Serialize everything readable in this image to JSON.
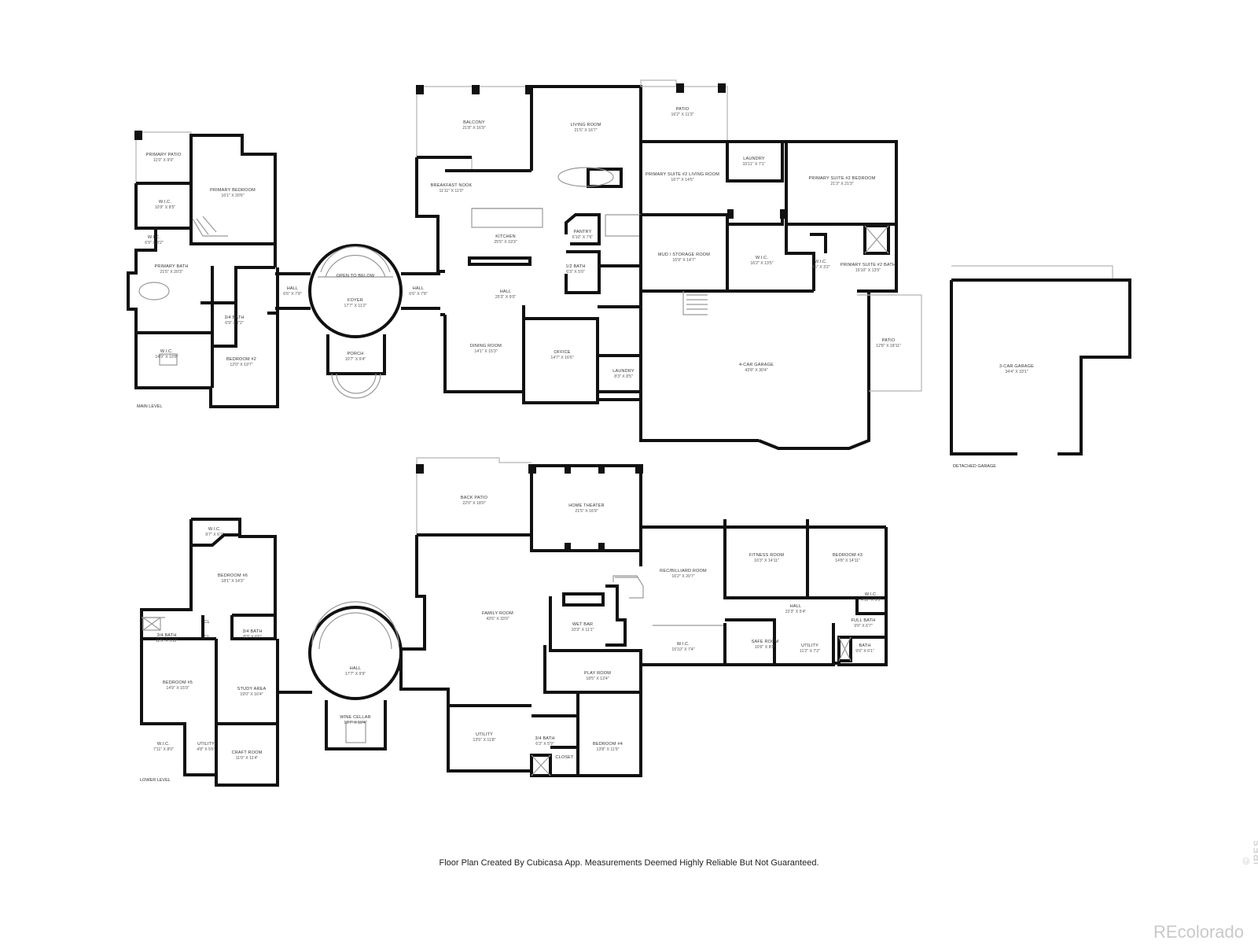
{
  "main_level": {
    "label": "MAIN LEVEL",
    "rooms": [
      {
        "name": "PRIMARY PATIO",
        "dim": "11'0\" X 9'9\""
      },
      {
        "name": "W.I.C.",
        "dim": "10'9\" X 8'5\""
      },
      {
        "name": "PRIMARY BEDROOM",
        "dim": "16'1\" X 20'6\""
      },
      {
        "name": "W.I.C.",
        "dim": "6'9\" X 3'2\""
      },
      {
        "name": "PRIMARY BATH",
        "dim": "21'5\" X 20'3\""
      },
      {
        "name": "3/4 BATH",
        "dim": "6'9\" X 7'2\""
      },
      {
        "name": "W.I.C.",
        "dim": "14'9\" X 10'8\""
      },
      {
        "name": "BEDROOM #2",
        "dim": "12'0\" X 19'7\""
      },
      {
        "name": "HALL",
        "dim": "6'6\" X 7'8\""
      },
      {
        "name": "OPEN TO BELOW",
        "dim": ""
      },
      {
        "name": "FOYER",
        "dim": "17'7\" X 11'2\""
      },
      {
        "name": "HALL",
        "dim": "6'6\" X 7'8\""
      },
      {
        "name": "PORCH",
        "dim": "10'7\" X 9'4\""
      },
      {
        "name": "BALCONY",
        "dim": "21'8\" X 16'9\""
      },
      {
        "name": "LIVING ROOM",
        "dim": "21'5\" X 16'7\""
      },
      {
        "name": "BREAKFAST NOOK",
        "dim": "11'11\" X 11'0\""
      },
      {
        "name": "KITCHEN",
        "dim": "25'5\" X 19'3\""
      },
      {
        "name": "PANTRY",
        "dim": "6'10\" X 7'6\""
      },
      {
        "name": "HALL",
        "dim": "25'3\" X 9'0\""
      },
      {
        "name": "1/2 BATH",
        "dim": "6'3\" X 5'0\""
      },
      {
        "name": "DINING ROOM",
        "dim": "14'1\" X 15'3\""
      },
      {
        "name": "OFFICE",
        "dim": "14'7\" X 16'6\""
      },
      {
        "name": "LAUNDRY",
        "dim": "8'3\" X 8'5\""
      },
      {
        "name": "PATIO",
        "dim": "16'2\" X 11'3\""
      },
      {
        "name": "PRIMARY SUITE #2 LIVING ROOM",
        "dim": "16'7\" X 14'5\""
      },
      {
        "name": "LAUNDRY",
        "dim": "10'11\" X 7'1\""
      },
      {
        "name": "PRIMARY SUITE #2 BEDROOM",
        "dim": "21'3\" X 21'3\""
      },
      {
        "name": "MUD / STORAGE ROOM",
        "dim": "15'9\" X 14'7\""
      },
      {
        "name": "W.I.C.",
        "dim": "16'2\" X 13'5\""
      },
      {
        "name": "W.I.C.",
        "dim": "4'5\" X 3'2\""
      },
      {
        "name": "PRIMARY SUITE #2 BATH",
        "dim": "15'10\" X 13'5\""
      },
      {
        "name": "4-CAR GARAGE",
        "dim": "43'8\" X 30'4\""
      },
      {
        "name": "PATIO",
        "dim": "12'8\" X 18'11\""
      }
    ]
  },
  "detached_garage": {
    "label": "DETACHED GARAGE",
    "rooms": [
      {
        "name": "3-CAR GARAGE",
        "dim": "34'4\" X 33'1\""
      }
    ]
  },
  "lower_level": {
    "label": "LOWER LEVEL",
    "rooms": [
      {
        "name": "BACK PATIO",
        "dim": "22'0\" X 18'0\""
      },
      {
        "name": "HOME THEATER",
        "dim": "21'5\" X 16'9\""
      },
      {
        "name": "W.I.C.",
        "dim": "9'7\" X 6'7\""
      },
      {
        "name": "BEDROOM #6",
        "dim": "18'1\" X 14'3\""
      },
      {
        "name": "3/4 BATH",
        "dim": "11'5\" X 5'11\""
      },
      {
        "name": "3/4 BATH",
        "dim": "8'3\" X 6'6\""
      },
      {
        "name": "CL",
        "dim": ""
      },
      {
        "name": "CL",
        "dim": ""
      },
      {
        "name": "BEDROOM #5",
        "dim": "14'9\" X 15'0\""
      },
      {
        "name": "STUDY AREA",
        "dim": "19'0\" X 16'4\""
      },
      {
        "name": "W.I.C.",
        "dim": "7'11\" X 8'0\""
      },
      {
        "name": "UTILITY",
        "dim": "4'8\" X 5'6\""
      },
      {
        "name": "CRAFT ROOM",
        "dim": "11'0\" X 11'4\""
      },
      {
        "name": "HALL",
        "dim": "17'7\" X 9'9\""
      },
      {
        "name": "WINE CELLAR",
        "dim": "10'7\" X 10'4\""
      },
      {
        "name": "FAMILY ROOM",
        "dim": "43'6\" X 33'0\""
      },
      {
        "name": "WET BAR",
        "dim": "10'3\" X 11'1\""
      },
      {
        "name": "PLAY ROOM",
        "dim": "18'5\" X 13'4\""
      },
      {
        "name": "UTILITY",
        "dim": "13'5\" X 11'8\""
      },
      {
        "name": "3/4 BATH",
        "dim": "6'3\" X 5'9\""
      },
      {
        "name": "CLOSET",
        "dim": ""
      },
      {
        "name": "BEDROOM #4",
        "dim": "13'8\" X 11'9\""
      },
      {
        "name": "REC/BILLIARD ROOM",
        "dim": "16'2\" X 20'7\""
      },
      {
        "name": "W.I.C.",
        "dim": "15'10\" X 7'4\""
      },
      {
        "name": "FITNESS ROOM",
        "dim": "16'3\" X 14'11\""
      },
      {
        "name": "BEDROOM #3",
        "dim": "14'8\" X 14'11\""
      },
      {
        "name": "HALL",
        "dim": "22'3\" X 5'4\""
      },
      {
        "name": "W.I.C.",
        "dim": "4'11\" X 5'3\""
      },
      {
        "name": "SAFE ROOM",
        "dim": "10'6\" X 8'8\""
      },
      {
        "name": "UTILITY",
        "dim": "11'2\" X 7'2\""
      },
      {
        "name": "FULL BATH",
        "dim": "9'0\" X 6'7\""
      },
      {
        "name": "BATH",
        "dim": "9'0\" X 6'1\""
      }
    ]
  },
  "footer": {
    "disclaimer": "Floor Plan Created By Cubicasa App. Measurements Deemed Highly Reliable But Not Guaranteed.",
    "brand": "REcolorado",
    "watermark": "© IRES"
  }
}
